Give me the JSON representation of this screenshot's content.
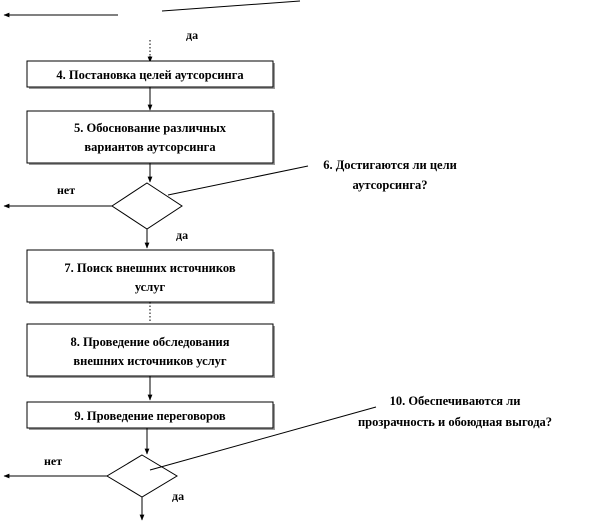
{
  "nodes": {
    "step4": {
      "label": "4. Постановка целей аутсорсинга"
    },
    "step5": {
      "line1": "5. Обоснование различных",
      "line2": "вариантов аутсорсинга"
    },
    "step6": {
      "line1": "6. Достигаются ли цели",
      "line2": "аутсорсинга?"
    },
    "step7": {
      "line1": "7. Поиск внешних источников",
      "line2": "услуг"
    },
    "step8": {
      "line1": "8. Проведение обследования",
      "line2": "внешних источников услуг"
    },
    "step9": {
      "label": "9. Проведение переговоров"
    },
    "step10": {
      "line1": "10. Обеспечиваются ли",
      "line2": "прозрачность и обоюдная выгода?"
    }
  },
  "edge_labels": {
    "yes_top": "да",
    "no_6": "нет",
    "yes_6": "да",
    "no_10": "нет",
    "yes_10": "да"
  }
}
